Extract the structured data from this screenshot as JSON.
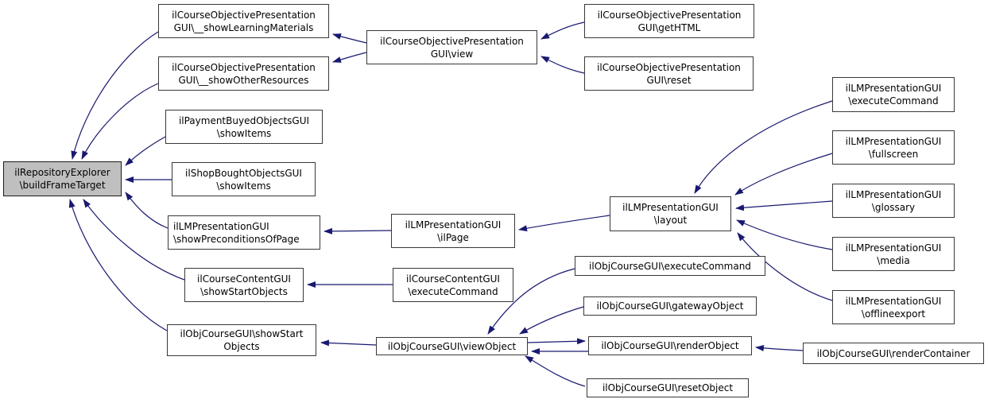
{
  "graph": {
    "root_function": "ilRepositoryExplorer\\buildFrameTarget",
    "colors": {
      "edge": "#191970",
      "node_border": "#383838",
      "node_fill": "#ffffff",
      "root_fill": "#bfbfbf",
      "text": "#000000",
      "background": "#ffffff"
    }
  },
  "nodes": {
    "buildFrameTarget": {
      "lines": [
        "ilRepositoryExplorer",
        "\\buildFrameTarget"
      ]
    },
    "showLearningMaterials": {
      "lines": [
        "ilCourseObjectivePresentation",
        "GUI\\__showLearningMaterials"
      ]
    },
    "showOtherResources": {
      "lines": [
        "ilCourseObjectivePresentation",
        "GUI\\__showOtherResources"
      ]
    },
    "paymentShowItems": {
      "lines": [
        "ilPaymentBuyedObjectsGUI",
        "\\showItems"
      ]
    },
    "shopShowItems": {
      "lines": [
        "ilShopBoughtObjectsGUI",
        "\\showItems"
      ]
    },
    "showPreconditionsOfPage": {
      "lines": [
        "ilLMPresentationGUI",
        "\\showPreconditionsOfPage"
      ]
    },
    "ccShowStartObjects": {
      "lines": [
        "ilCourseContentGUI",
        "\\showStartObjects"
      ]
    },
    "ocShowStartObjects": {
      "lines": [
        "ilObjCourseGUI\\showStart",
        "Objects"
      ]
    },
    "copView": {
      "lines": [
        "ilCourseObjectivePresentation",
        "GUI\\view"
      ]
    },
    "lmIlPage": {
      "lines": [
        "ilLMPresentationGUI",
        "\\ilPage"
      ]
    },
    "ccExecuteCommand": {
      "lines": [
        "ilCourseContentGUI",
        "\\executeCommand"
      ]
    },
    "ocViewObject": {
      "lines": [
        "ilObjCourseGUI\\viewObject"
      ]
    },
    "copGetHTML": {
      "lines": [
        "ilCourseObjectivePresentation",
        "GUI\\getHTML"
      ]
    },
    "copReset": {
      "lines": [
        "ilCourseObjectivePresentation",
        "GUI\\reset"
      ]
    },
    "lmLayout": {
      "lines": [
        "ilLMPresentationGUI",
        "\\layout"
      ]
    },
    "ocExecuteCommand": {
      "lines": [
        "ilObjCourseGUI\\executeCommand"
      ]
    },
    "ocGatewayObject": {
      "lines": [
        "ilObjCourseGUI\\gatewayObject"
      ]
    },
    "ocRenderObject": {
      "lines": [
        "ilObjCourseGUI\\renderObject"
      ]
    },
    "ocResetObject": {
      "lines": [
        "ilObjCourseGUI\\resetObject"
      ]
    },
    "lmExecuteCommand": {
      "lines": [
        "ilLMPresentationGUI",
        "\\executeCommand"
      ]
    },
    "lmFullscreen": {
      "lines": [
        "ilLMPresentationGUI",
        "\\fullscreen"
      ]
    },
    "lmGlossary": {
      "lines": [
        "ilLMPresentationGUI",
        "\\glossary"
      ]
    },
    "lmMedia": {
      "lines": [
        "ilLMPresentationGUI",
        "\\media"
      ]
    },
    "lmOfflineexport": {
      "lines": [
        "ilLMPresentationGUI",
        "\\offlineexport"
      ]
    },
    "ocRenderContainer": {
      "lines": [
        "ilObjCourseGUI\\renderContainer"
      ]
    }
  },
  "edges": [
    {
      "from": "showLearningMaterials",
      "to": "buildFrameTarget"
    },
    {
      "from": "showOtherResources",
      "to": "buildFrameTarget"
    },
    {
      "from": "paymentShowItems",
      "to": "buildFrameTarget"
    },
    {
      "from": "shopShowItems",
      "to": "buildFrameTarget"
    },
    {
      "from": "showPreconditionsOfPage",
      "to": "buildFrameTarget"
    },
    {
      "from": "ccShowStartObjects",
      "to": "buildFrameTarget"
    },
    {
      "from": "ocShowStartObjects",
      "to": "buildFrameTarget"
    },
    {
      "from": "copView",
      "to": "showLearningMaterials"
    },
    {
      "from": "copView",
      "to": "showOtherResources"
    },
    {
      "from": "copGetHTML",
      "to": "copView"
    },
    {
      "from": "copReset",
      "to": "copView"
    },
    {
      "from": "lmIlPage",
      "to": "showPreconditionsOfPage"
    },
    {
      "from": "lmLayout",
      "to": "lmIlPage"
    },
    {
      "from": "lmExecuteCommand",
      "to": "lmLayout"
    },
    {
      "from": "lmFullscreen",
      "to": "lmLayout"
    },
    {
      "from": "lmGlossary",
      "to": "lmLayout"
    },
    {
      "from": "lmMedia",
      "to": "lmLayout"
    },
    {
      "from": "lmOfflineexport",
      "to": "lmLayout"
    },
    {
      "from": "ccExecuteCommand",
      "to": "ccShowStartObjects"
    },
    {
      "from": "ocViewObject",
      "to": "ocShowStartObjects"
    },
    {
      "from": "ocExecuteCommand",
      "to": "ocViewObject"
    },
    {
      "from": "ocGatewayObject",
      "to": "ocViewObject"
    },
    {
      "from": "ocViewObject",
      "to": "ocRenderObject"
    },
    {
      "from": "ocRenderObject",
      "to": "ocViewObject"
    },
    {
      "from": "ocResetObject",
      "to": "ocViewObject"
    },
    {
      "from": "ocRenderContainer",
      "to": "ocRenderObject"
    }
  ]
}
